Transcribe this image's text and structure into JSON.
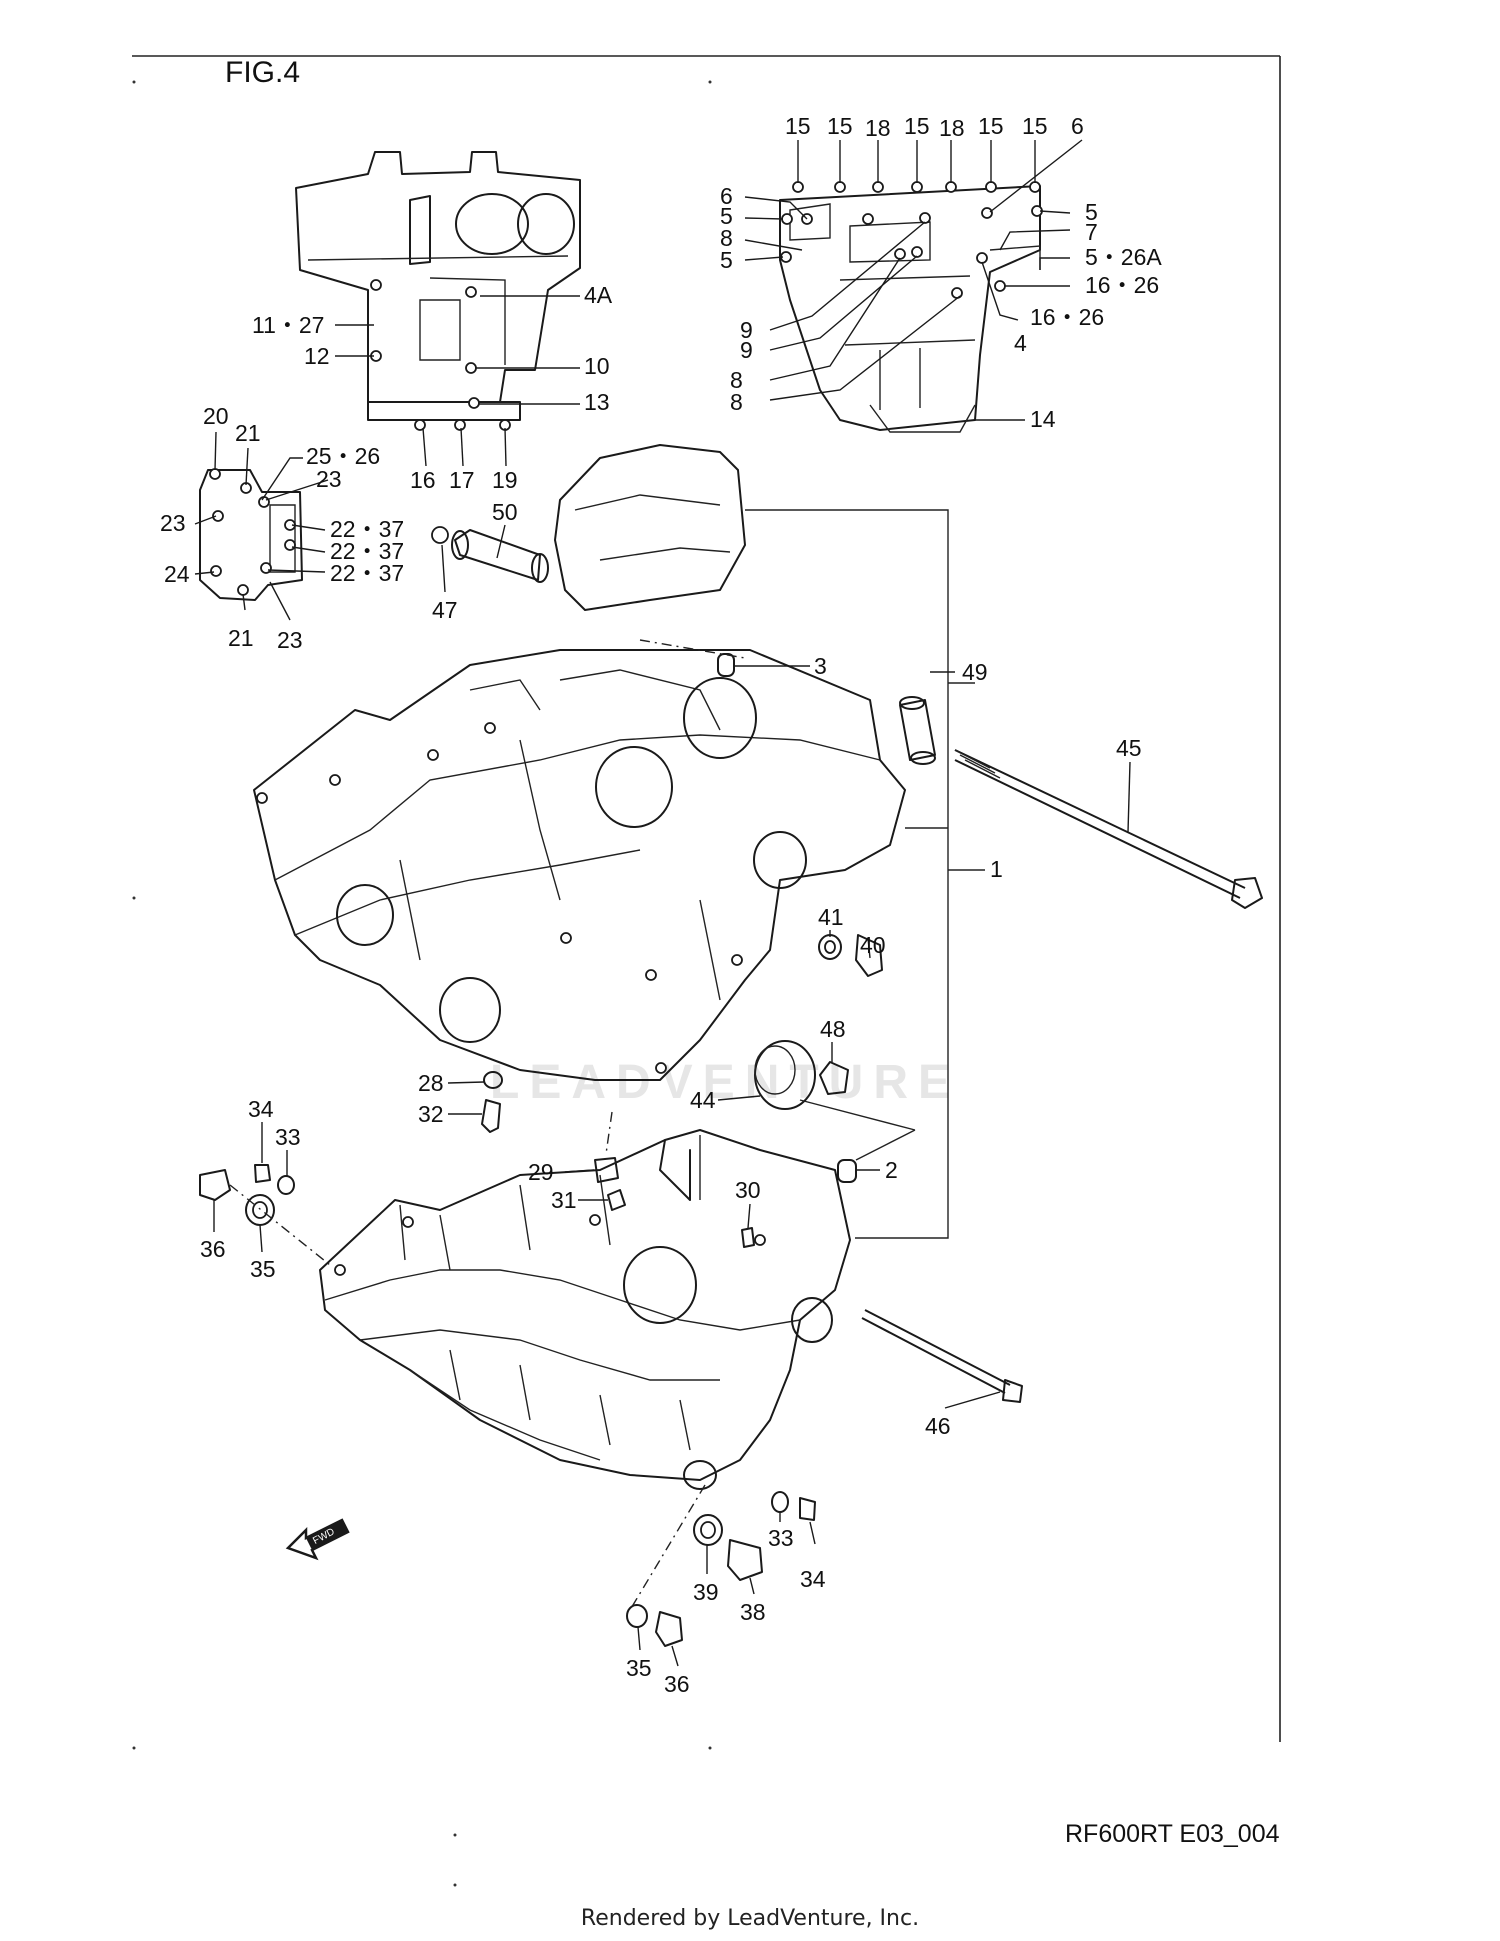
{
  "figure": {
    "title": "FIG.4",
    "reference": "RF600RT E03_004"
  },
  "watermark": "LEADVENTURE",
  "footer": {
    "rendered_by": "Rendered by LeadVenture, Inc."
  },
  "fwd_arrow_text": "FWD",
  "callouts": {
    "c15a": "15",
    "c15b": "15",
    "c18a": "18",
    "c15c": "15",
    "c18b": "18",
    "c15d": "15",
    "c15e": "15",
    "c6top": "6",
    "c6l": "6",
    "c5l1": "5",
    "c8l1": "8",
    "c5l2": "5",
    "c5r": "5",
    "c7r": "7",
    "c526a": "5・26A",
    "c1626a": "16・26",
    "c1626b": "16・26",
    "c4r": "4",
    "c14": "14",
    "c9a": "9",
    "c9b": "9",
    "c8a": "8",
    "c8b": "8",
    "c4a": "4A",
    "c1127": "11・27",
    "c12": "12",
    "c10": "10",
    "c13": "13",
    "c16": "16",
    "c17": "17",
    "c19": "19",
    "c20": "20",
    "c21a": "21",
    "c2526": "25・26",
    "c23a": "23",
    "c23b": "23",
    "c2237a": "22・37",
    "c2237b": "22・37",
    "c2237c": "22・37",
    "c24": "24",
    "c21b": "21",
    "c23c": "23",
    "c50": "50",
    "c47": "47",
    "c3": "3",
    "c49": "49",
    "c45": "45",
    "c1": "1",
    "c41": "41",
    "c40": "40",
    "c48": "48",
    "c44": "44",
    "c28": "28",
    "c32": "32",
    "c34a": "34",
    "c33a": "33",
    "c36a": "36",
    "c35a": "35",
    "c29": "29",
    "c31": "31",
    "c2": "2",
    "c30": "30",
    "c46": "46",
    "c33b": "33",
    "c34b": "34",
    "c39": "39",
    "c38": "38",
    "c35b": "35",
    "c36b": "36"
  }
}
